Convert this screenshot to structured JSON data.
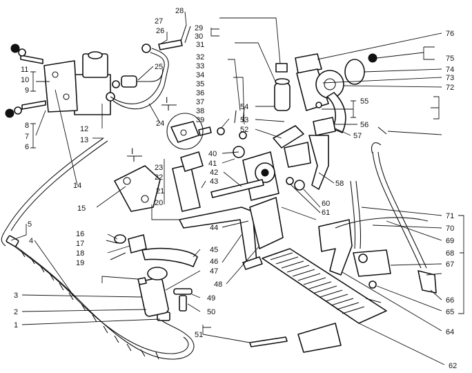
{
  "colors": {
    "ink": "#111111",
    "paper": "#ffffff"
  },
  "section_marks": [
    "I",
    "I"
  ],
  "part_numbers": [
    "1",
    "2",
    "3",
    "4",
    "5",
    "6",
    "7",
    "8",
    "9",
    "10",
    "11",
    "12",
    "13",
    "14",
    "15",
    "16",
    "17",
    "18",
    "19",
    "20",
    "21",
    "22",
    "23",
    "24",
    "25",
    "26",
    "27",
    "28",
    "29",
    "30",
    "31",
    "32",
    "33",
    "34",
    "35",
    "36",
    "37",
    "38",
    "39",
    "40",
    "41",
    "42",
    "43",
    "44",
    "45",
    "46",
    "47",
    "48",
    "49",
    "50",
    "51",
    "52",
    "53",
    "54",
    "55",
    "56",
    "57",
    "58",
    "60",
    "61",
    "62",
    "64",
    "65",
    "66",
    "67",
    "68",
    "69",
    "70",
    "71",
    "72",
    "73",
    "74",
    "75",
    "76"
  ]
}
